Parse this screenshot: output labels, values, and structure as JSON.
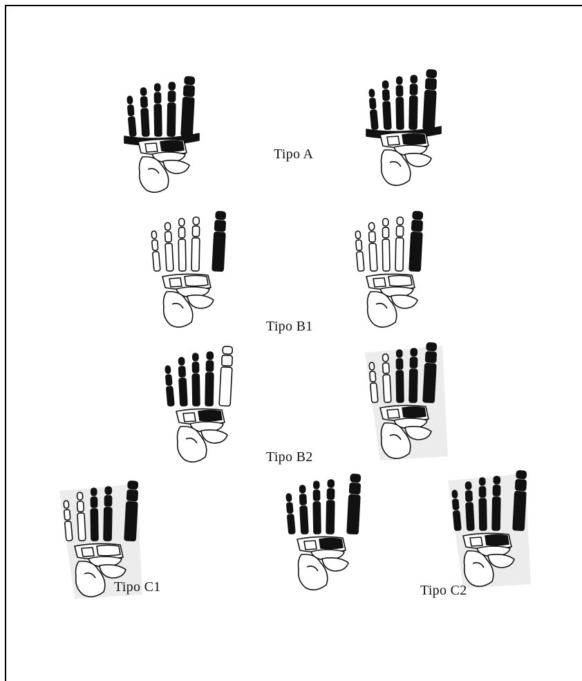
{
  "figure": {
    "rows": [
      {
        "id": "A",
        "label": "Tipo A",
        "feet": [
          {
            "dark": [
              0,
              1,
              2,
              3,
              4
            ],
            "lisfranc": true,
            "midfoot_dark": true,
            "heel_shade": false
          },
          {
            "dark": [
              0,
              1,
              2,
              3,
              4
            ],
            "lisfranc": true,
            "midfoot_dark": true,
            "heel_shade": false
          }
        ]
      },
      {
        "id": "B1",
        "label": "Tipo B1",
        "feet": [
          {
            "dark": [
              4
            ],
            "lisfranc": false,
            "midfoot_dark": false,
            "separated": [
              4
            ],
            "heel_shade": false
          },
          {
            "dark": [
              4
            ],
            "lisfranc": false,
            "midfoot_dark": false,
            "heel_shade": false
          }
        ]
      },
      {
        "id": "B2",
        "label": "Tipo B2",
        "feet": [
          {
            "dark": [
              0,
              1,
              2,
              3
            ],
            "lisfranc": false,
            "midfoot_dark": true,
            "heel_shade": false
          },
          {
            "dark": [
              2,
              3,
              4
            ],
            "lisfranc": false,
            "midfoot_dark": true,
            "heel_shade": true
          }
        ]
      },
      {
        "id": "C",
        "labels": [
          "Tipo C1",
          "Tipo C2"
        ],
        "feet": [
          {
            "dark": [
              2,
              3,
              4
            ],
            "lisfranc": false,
            "midfoot_dark": false,
            "separated": [
              4
            ],
            "heel_shade": true
          },
          {
            "dark": [
              0,
              1,
              2,
              3,
              4
            ],
            "lisfranc": false,
            "midfoot_dark": true,
            "separated": [
              4
            ],
            "heel_shade": false
          },
          {
            "dark": [
              0,
              1,
              2,
              3,
              4
            ],
            "lisfranc": false,
            "midfoot_dark": true,
            "separated": [
              4
            ],
            "heel_shade": true
          }
        ]
      }
    ]
  }
}
